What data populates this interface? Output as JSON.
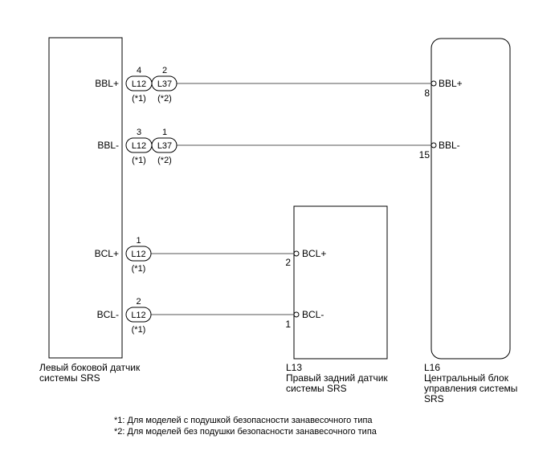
{
  "components": {
    "left_sensor": {
      "caption_line1": "Левый боковой датчик",
      "caption_line2": "системы SRS",
      "pins": [
        "BBL+",
        "BBL-",
        "BCL+",
        "BCL-"
      ]
    },
    "rear_sensor": {
      "code": "L13",
      "caption_line1": "Правый задний датчик",
      "caption_line2": "системы SRS",
      "pins": [
        "BCL+",
        "BCL-"
      ],
      "pin_numbers": [
        "2",
        "1"
      ]
    },
    "center_unit": {
      "code": "L16",
      "caption_line1": "Центральный блок",
      "caption_line2": "управления системы",
      "caption_line3": "SRS",
      "pins": [
        "BBL+",
        "BBL-"
      ],
      "pin_numbers": [
        "8",
        "15"
      ]
    }
  },
  "connectors": {
    "bbl_plus": {
      "c1": "L12",
      "c1_pin": "4",
      "c1_note": "(*1)",
      "c2": "L37",
      "c2_pin": "2",
      "c2_note": "(*2)"
    },
    "bbl_minus": {
      "c1": "L12",
      "c1_pin": "3",
      "c1_note": "(*1)",
      "c2": "L37",
      "c2_pin": "1",
      "c2_note": "(*2)"
    },
    "bcl_plus": {
      "c1": "L12",
      "c1_pin": "1",
      "c1_note": "(*1)"
    },
    "bcl_minus": {
      "c1": "L12",
      "c1_pin": "2",
      "c1_note": "(*1)"
    }
  },
  "footnotes": {
    "note1": "*1: Для моделей с подушкой безопасности занавесочного типа",
    "note2": "*2: Для моделей без подушки безопасности занавесочного типа"
  }
}
